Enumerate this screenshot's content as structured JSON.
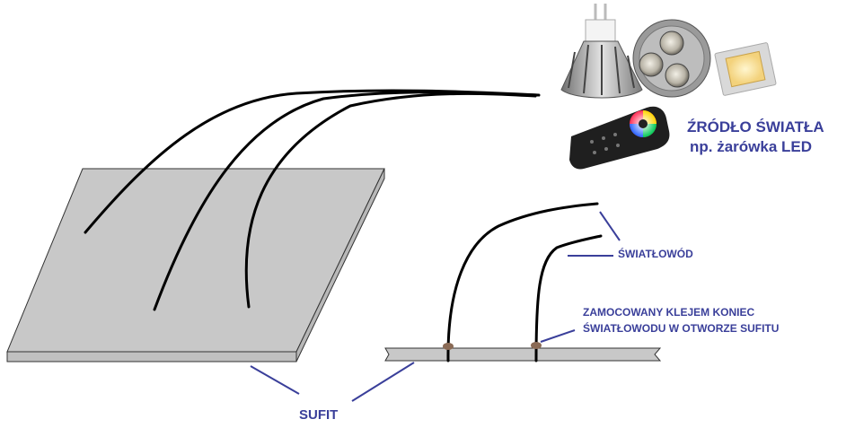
{
  "labels": {
    "source_line1": "ŹRÓDŁO ŚWIATŁA",
    "source_line2": "np. żarówka LED",
    "fiber": "ŚWIATŁOWÓD",
    "glued_line1": "ZAMOCOWANY KLEJEM KONIEC",
    "glued_line2": "ŚWIATŁOWODU W OTWORZE SUFITU",
    "ceiling": "SUFIT"
  },
  "colors": {
    "label_text": "#3a3f9a",
    "leader_line": "#3a3f9a",
    "ceiling_fill": "#c8c8c8",
    "ceiling_stroke": "#333333",
    "fiber": "#000000",
    "glue_dot": "#8a6a55"
  },
  "icons": [
    "led-bulb-icon",
    "led-module-icon",
    "led-chip-icon",
    "rgb-remote-icon"
  ]
}
